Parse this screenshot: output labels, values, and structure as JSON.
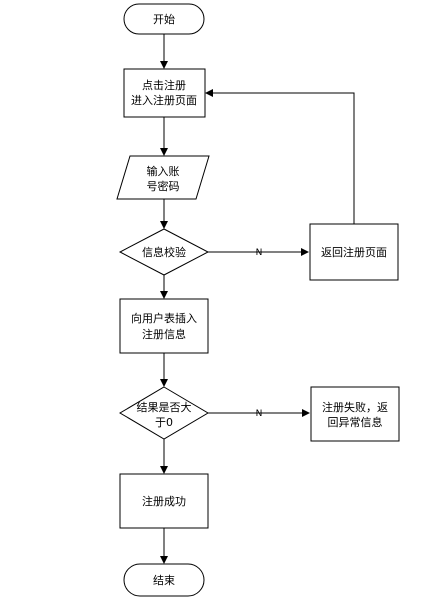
{
  "flowchart": {
    "start": "开始",
    "register_click_line1": "点击注册",
    "register_click_line2": "进入注册页面",
    "input_line1": "输入账",
    "input_line2": "号密码",
    "verify": "信息校验",
    "return_register": "返回注册页面",
    "insert_line1": "向用户表插入",
    "insert_line2": "注册信息",
    "result_line1": "结果是否大",
    "result_line2": "于0",
    "fail_line1": "注册失败，返",
    "fail_line2": "回异常信息",
    "success": "注册成功",
    "end": "结束",
    "edge_no_1": "N",
    "edge_no_2": "N"
  }
}
